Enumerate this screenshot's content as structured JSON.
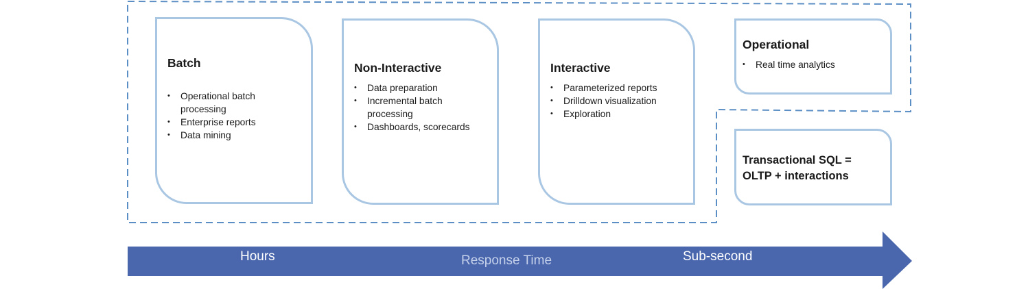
{
  "cards": [
    {
      "title": "Batch",
      "items": [
        "Operational batch processing",
        "Enterprise reports",
        "Data mining"
      ]
    },
    {
      "title": "Non-Interactive",
      "items": [
        "Data preparation",
        "Incremental batch processing",
        "Dashboards, scorecards"
      ]
    },
    {
      "title": "Interactive",
      "items": [
        "Parameterized reports",
        "Drilldown visualization",
        "Exploration"
      ]
    },
    {
      "title": "Operational",
      "items": [
        "Real time analytics"
      ]
    },
    {
      "title": "Transactional SQL = OLTP + interactions",
      "items": []
    }
  ],
  "axis": {
    "left_label": "Hours",
    "center_label": "Response Time",
    "right_label": "Sub-second"
  },
  "colors": {
    "card_border": "#a9c6e3",
    "dashed_outline": "#5b8ec4",
    "arrow_fill": "#4a67ae",
    "arrow_center_text": "#c5d1ea"
  }
}
